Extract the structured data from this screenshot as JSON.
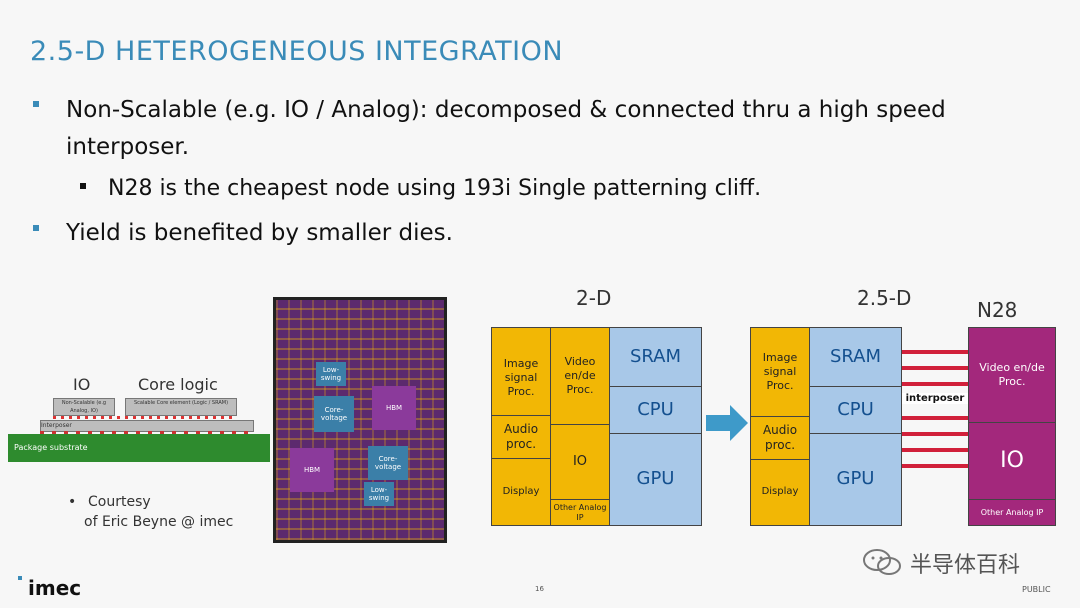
{
  "title": "2.5-D HETEROGENEOUS INTEGRATION",
  "bullets": {
    "b1_line1": "Non-Scalable (e.g. IO / Analog): decomposed & connected thru a high speed",
    "b1_line2": "interposer.",
    "b1_sub": "N28 is the cheapest node using 193i Single patterning cliff.",
    "b2": "Yield is benefited by smaller dies."
  },
  "cross_section": {
    "io_label": "IO",
    "core_label": "Core logic",
    "nonscalable": "Non-Scalable (e.g Analog, IO)",
    "scalable": "Scalable Core element (Logic / SRAM)",
    "interposer": "Interposer",
    "substrate": "Package substrate"
  },
  "courtesy": {
    "bullet": "•",
    "line1": "Courtesy",
    "line2": "of Eric Beyne @ imec"
  },
  "die_photo": {
    "low_swing": "Low-swing",
    "core_voltage": "Core-voltage",
    "hbm": "HBM"
  },
  "diagram_2d": {
    "heading": "2-D",
    "image_signal": "Image signal Proc.",
    "audio": "Audio proc.",
    "display": "Display",
    "video": "Video en/de Proc.",
    "io": "IO",
    "other": "Other Analog IP",
    "sram": "SRAM",
    "cpu": "CPU",
    "gpu": "GPU"
  },
  "diagram_25d": {
    "heading": "2.5-D",
    "n28": "N28",
    "image_signal": "Image signal Proc.",
    "audio": "Audio proc.",
    "display": "Display",
    "sram": "SRAM",
    "cpu": "CPU",
    "gpu": "GPU",
    "interposer": "interposer",
    "video": "Video en/de Proc.",
    "io": "IO",
    "other": "Other Analog IP"
  },
  "footer": {
    "logo": "imec",
    "page": "16",
    "classification": "PUBLIC",
    "watermark": "半导体百科"
  },
  "colors": {
    "title": "#3a8bb8",
    "yellow": "#f2b705",
    "blue": "#a8c8e8",
    "purple": "#a3287c",
    "interposer_red": "#d1203a",
    "arrow": "#3e9ac9"
  }
}
